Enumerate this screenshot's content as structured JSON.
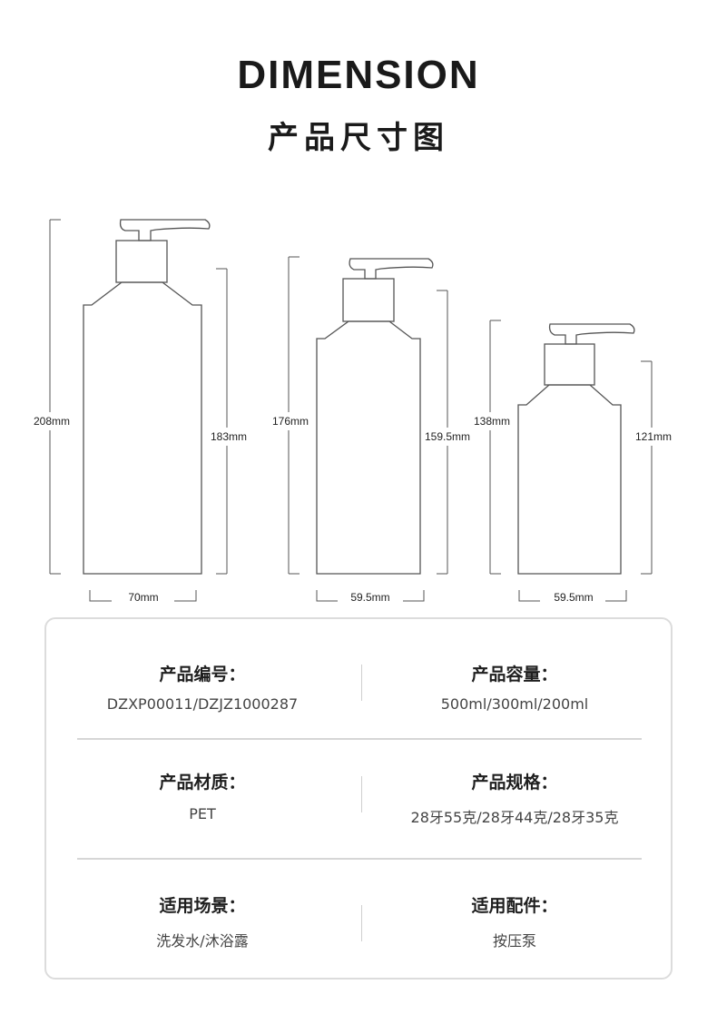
{
  "header": {
    "title_en": "DIMENSION",
    "title_cn": "产品尺寸图"
  },
  "dimensions": [
    {
      "total_height": "208mm",
      "body_height": "183mm",
      "width": "70mm"
    },
    {
      "total_height": "176mm",
      "body_height": "159.5mm",
      "width": "59.5mm"
    },
    {
      "total_height": "138mm",
      "body_height": "121mm",
      "width": "59.5mm"
    }
  ],
  "specs": {
    "rows": [
      {
        "left": {
          "label": "产品编号：",
          "value": "DZXP00011/DZJZ1000287"
        },
        "right": {
          "label": "产品容量：",
          "value": "500ml/300ml/200ml"
        }
      },
      {
        "left": {
          "label": "产品材质：",
          "value": "PET"
        },
        "right": {
          "label": "产品规格：",
          "value": "28牙55克/28牙44克/28牙35克"
        }
      },
      {
        "left": {
          "label": "适用场景：",
          "value": "洗发水/沐浴露"
        },
        "right": {
          "label": "适用配件：",
          "value": "按压泵"
        }
      }
    ]
  },
  "colors": {
    "outline": "#555555",
    "dimension_line": "#555555",
    "card_border": "#dcdcdc"
  }
}
